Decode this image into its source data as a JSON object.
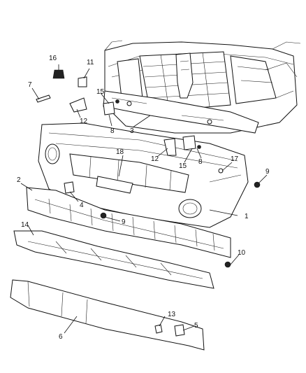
{
  "callouts": {
    "c1": "1",
    "c2": "2",
    "c3": "3",
    "c4": "4",
    "c5": "5",
    "c6": "6",
    "c7": "7",
    "c8a": "8",
    "c8b": "8",
    "c9a": "9",
    "c9b": "9",
    "c10": "10",
    "c11": "11",
    "c12a": "12",
    "c12b": "12",
    "c13": "13",
    "c14": "14",
    "c15a": "15",
    "c15b": "15",
    "c16": "16",
    "c17": "17",
    "c18": "18"
  }
}
